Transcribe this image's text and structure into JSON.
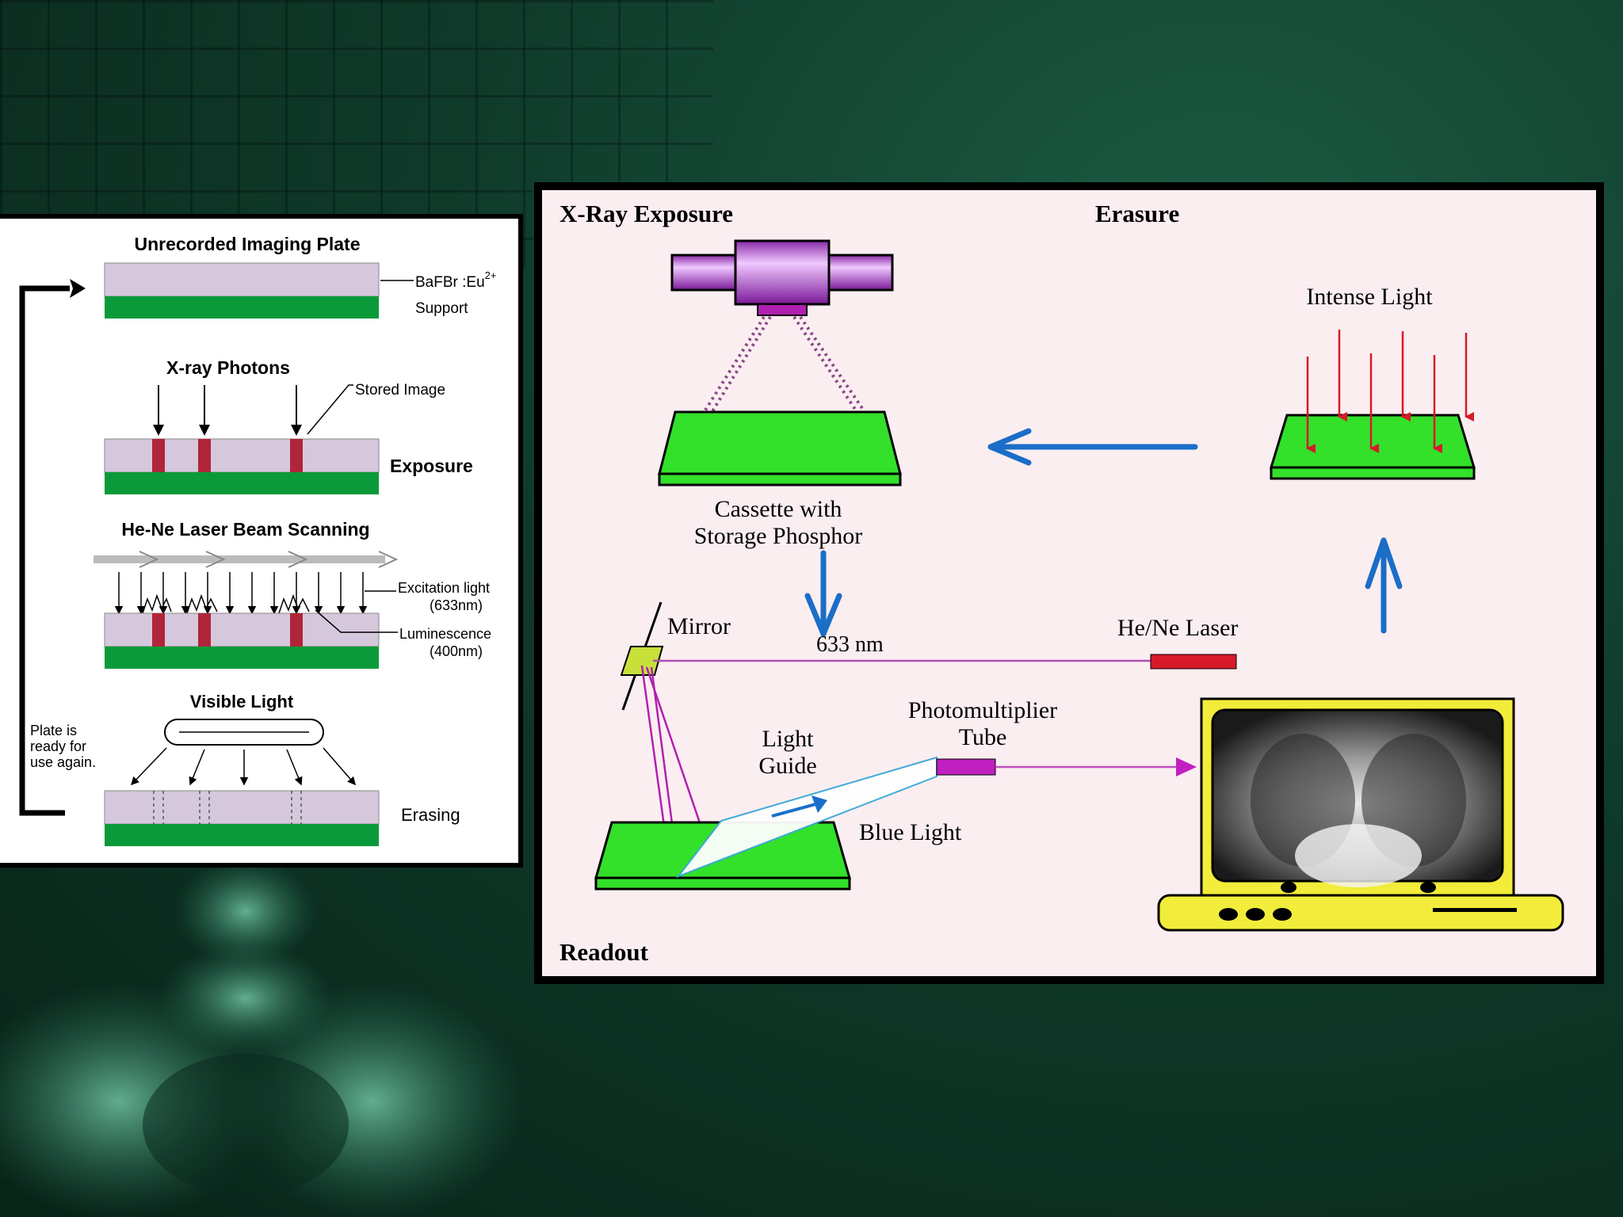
{
  "left_diagram": {
    "step1_title": "Unrecorded Imaging Plate",
    "phosphor_label": "BaFBr :Eu",
    "phosphor_sup": "2+",
    "support_label": "Support",
    "step2_title": "X-ray Photons",
    "stored_image_label": "Stored Image",
    "exposure_label": "Exposure",
    "step3_title": "He-Ne Laser Beam Scanning",
    "excitation_label_1": "Excitation light",
    "excitation_label_2": "(633nm)",
    "luminescence_label_1": "Luminescence",
    "luminescence_label_2": "(400nm)",
    "step4_title": "Visible Light",
    "reuse_label_1": "Plate is",
    "reuse_label_2": "ready for",
    "reuse_label_3": "use again.",
    "erasing_label": "Erasing"
  },
  "right_diagram": {
    "xray_exposure_heading": "X-Ray Exposure",
    "erasure_heading": "Erasure",
    "readout_heading": "Readout",
    "intense_light_label": "Intense Light",
    "cassette_label_1": "Cassette with",
    "cassette_label_2": "Storage Phosphor",
    "mirror_label": "Mirror",
    "wavelength_label": "633 nm",
    "laser_label": "He/Ne Laser",
    "pmt_label_1": "Photomultiplier",
    "pmt_label_2": "Tube",
    "light_guide_label_1": "Light",
    "light_guide_label_2": "Guide",
    "blue_light_label": "Blue Light"
  },
  "colors": {
    "phosphor": "#d6c8dc",
    "support_green": "#0a9a3a",
    "stored_red": "#b0253a",
    "plate_green": "#33e02a",
    "flow_arrow_blue": "#1a6ec8",
    "laser_red": "#d61a2a",
    "pmt_magenta": "#c020c0",
    "computer_yellow": "#f2ec3a"
  }
}
